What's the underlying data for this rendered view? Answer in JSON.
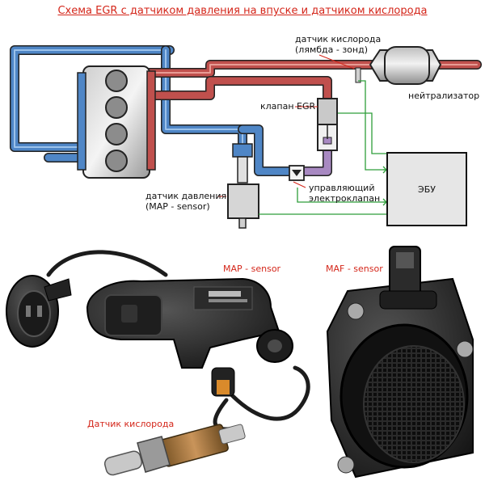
{
  "title": "Схема EGR с датчиком давления на впуске и датчиком кислорода",
  "labels": {
    "oxygen_sensor_line1": "датчик кислорода",
    "oxygen_sensor_line2": "(лямбда - зонд)",
    "catalyst": "нейтрализатор",
    "egr_valve": "клапан EGR",
    "control_valve_line1": "управляющий",
    "control_valve_line2": "электроклапан",
    "pressure_sensor_line1": "датчик давления",
    "pressure_sensor_line2": "(MAP - sensor)",
    "ecu": "ЭБУ",
    "map_sensor_photo": "MAP - sensor",
    "maf_sensor_photo": "MAF - sensor",
    "oxygen_sensor_photo": "Датчик кислорода"
  },
  "colors": {
    "intake_air": "#4f86c6",
    "exhaust": "#c0504d",
    "signal_wire": "#2e9e3a",
    "label_red": "#d4261a"
  }
}
